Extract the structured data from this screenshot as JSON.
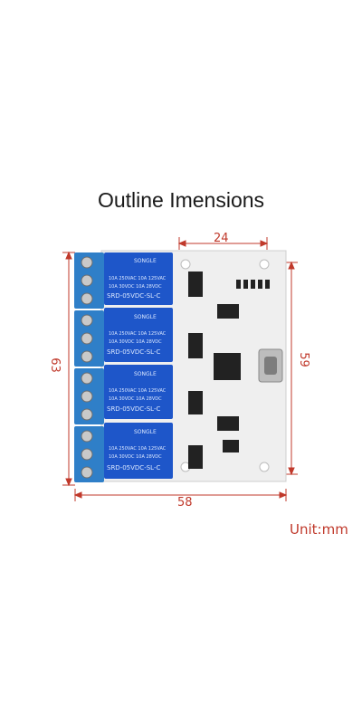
{
  "title": "Outline Imensions",
  "unit": "Unit:mm",
  "dimensions": {
    "top_width": "24",
    "bottom_width": "58",
    "left_height": "63",
    "right_height": "59"
  },
  "relays": [
    {
      "brand": "SONGLE",
      "rating1": "10A 250VAC  10A 125VAC",
      "rating2": "10A 30VDC  10A 28VDC",
      "model": "SRD-05VDC-SL-C"
    },
    {
      "brand": "SONGLE",
      "rating1": "10A 250VAC  10A 125VAC",
      "rating2": "10A 30VDC  10A 28VDC",
      "model": "SRD-05VDC-SL-C"
    },
    {
      "brand": "SONGLE",
      "rating1": "10A 250VAC  10A 125VAC",
      "rating2": "10A 30VDC  10A 28VDC",
      "model": "SRD-05VDC-SL-C"
    },
    {
      "brand": "SONGLE",
      "rating1": "10A 250VAC  10A 125VAC",
      "rating2": "10A 30VDC  10A 28VDC",
      "model": "SRD-05VDC-SL-C"
    }
  ],
  "colors": {
    "dimension": "#c0392b",
    "board": "#f2f2f2",
    "terminal": "#2f7fc8",
    "relay": "#1e56c9"
  }
}
